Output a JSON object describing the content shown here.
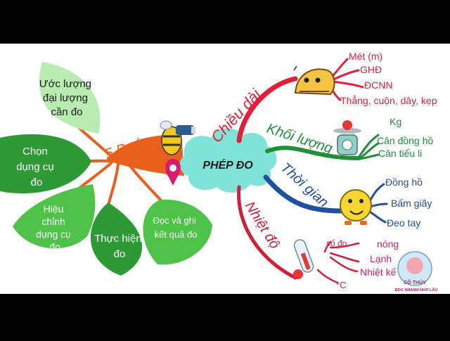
{
  "center": {
    "label": "PHÉP ĐO"
  },
  "steps": {
    "heading": "5 Bước",
    "leaves": [
      {
        "lines": [
          "Ước lượng",
          "đại lượng",
          "cần đo"
        ]
      },
      {
        "lines": [
          "Chọn",
          "dụng cụ",
          "đo"
        ]
      },
      {
        "lines": [
          "Hiệu",
          "chỉnh",
          "dụng cụ",
          "đo"
        ]
      },
      {
        "lines": [
          "Thực hiện",
          "đo"
        ]
      },
      {
        "lines": [
          "Đọc và ghi",
          "kết quả đo"
        ]
      }
    ]
  },
  "branches": {
    "length": {
      "label": "Chiều dài",
      "items": [
        "Mét (m)",
        "GHĐ",
        "ĐCNN",
        "Thẳng, cuộn, dây, kẹp"
      ]
    },
    "mass": {
      "label": "Khối lượng",
      "items": [
        "Kg",
        "Cân đồng hồ",
        "Cân tiểu li"
      ]
    },
    "time": {
      "label": "Thời gian",
      "items": [
        "Đồng hồ",
        "Bấm giây",
        "Đeo tay"
      ]
    },
    "temperature": {
      "label": "Nhiệt độ",
      "items": [
        "số đo",
        "nóng",
        "Lạnh",
        "Nhiệt kế",
        "°C"
      ]
    }
  },
  "badge": {
    "name": "CÔ THỦY",
    "slogan": "ĐỌC NHANH NHỚ LÂU"
  },
  "colors": {
    "length": "#e0203a",
    "mass": "#1f8f3a",
    "time": "#1f4f9e",
    "temperature": "#d0203a",
    "steps": "#e8601c",
    "leaf_light": "#b9ecb0",
    "leaf_mid": "#4fc24a",
    "leaf_dark": "#2d9a36",
    "cloud": "#7fe3d8"
  },
  "icons": {
    "ruler": "ruler-mascot-icon",
    "scale": "scale-icon",
    "clock": "clock-mascot-icon",
    "thermometer": "thermometer-icon",
    "bee": "bee-mascot-icon",
    "pin": "map-pin-icon"
  }
}
